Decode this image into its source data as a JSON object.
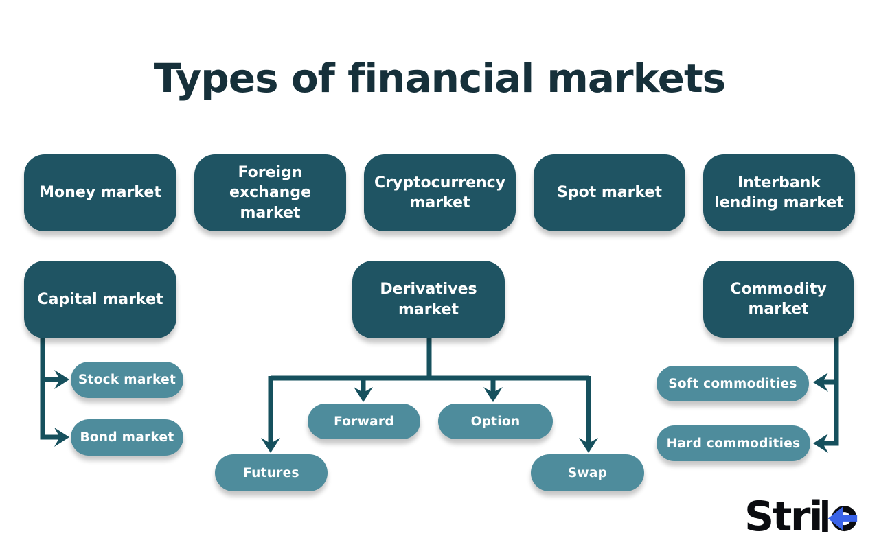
{
  "title": "Types of financial markets",
  "colors": {
    "primary_box": "#1F5463",
    "secondary_box": "#4E8C9C",
    "connector": "#16505D",
    "title_text": "#16303A",
    "box_text": "#FFFFFF",
    "background": "#FFFFFF",
    "logo_dark": "#0B0C10",
    "logo_blue": "#3A63E8"
  },
  "top_row": [
    {
      "label": "Money market"
    },
    {
      "label": "Foreign exchange market"
    },
    {
      "label": "Cryptocurrency market"
    },
    {
      "label": "Spot market"
    },
    {
      "label": "Interbank lending market"
    }
  ],
  "groups": [
    {
      "parent": "Capital market",
      "children": [
        "Stock market",
        "Bond market"
      ]
    },
    {
      "parent": "Derivatives market",
      "children": [
        "Futures",
        "Forward",
        "Option",
        "Swap"
      ]
    },
    {
      "parent": "Commodity market",
      "children": [
        "Soft commodities",
        "Hard commodities"
      ]
    }
  ],
  "logo": {
    "name": "Strike",
    "prefix": "Stri",
    "ligature": "ke"
  }
}
